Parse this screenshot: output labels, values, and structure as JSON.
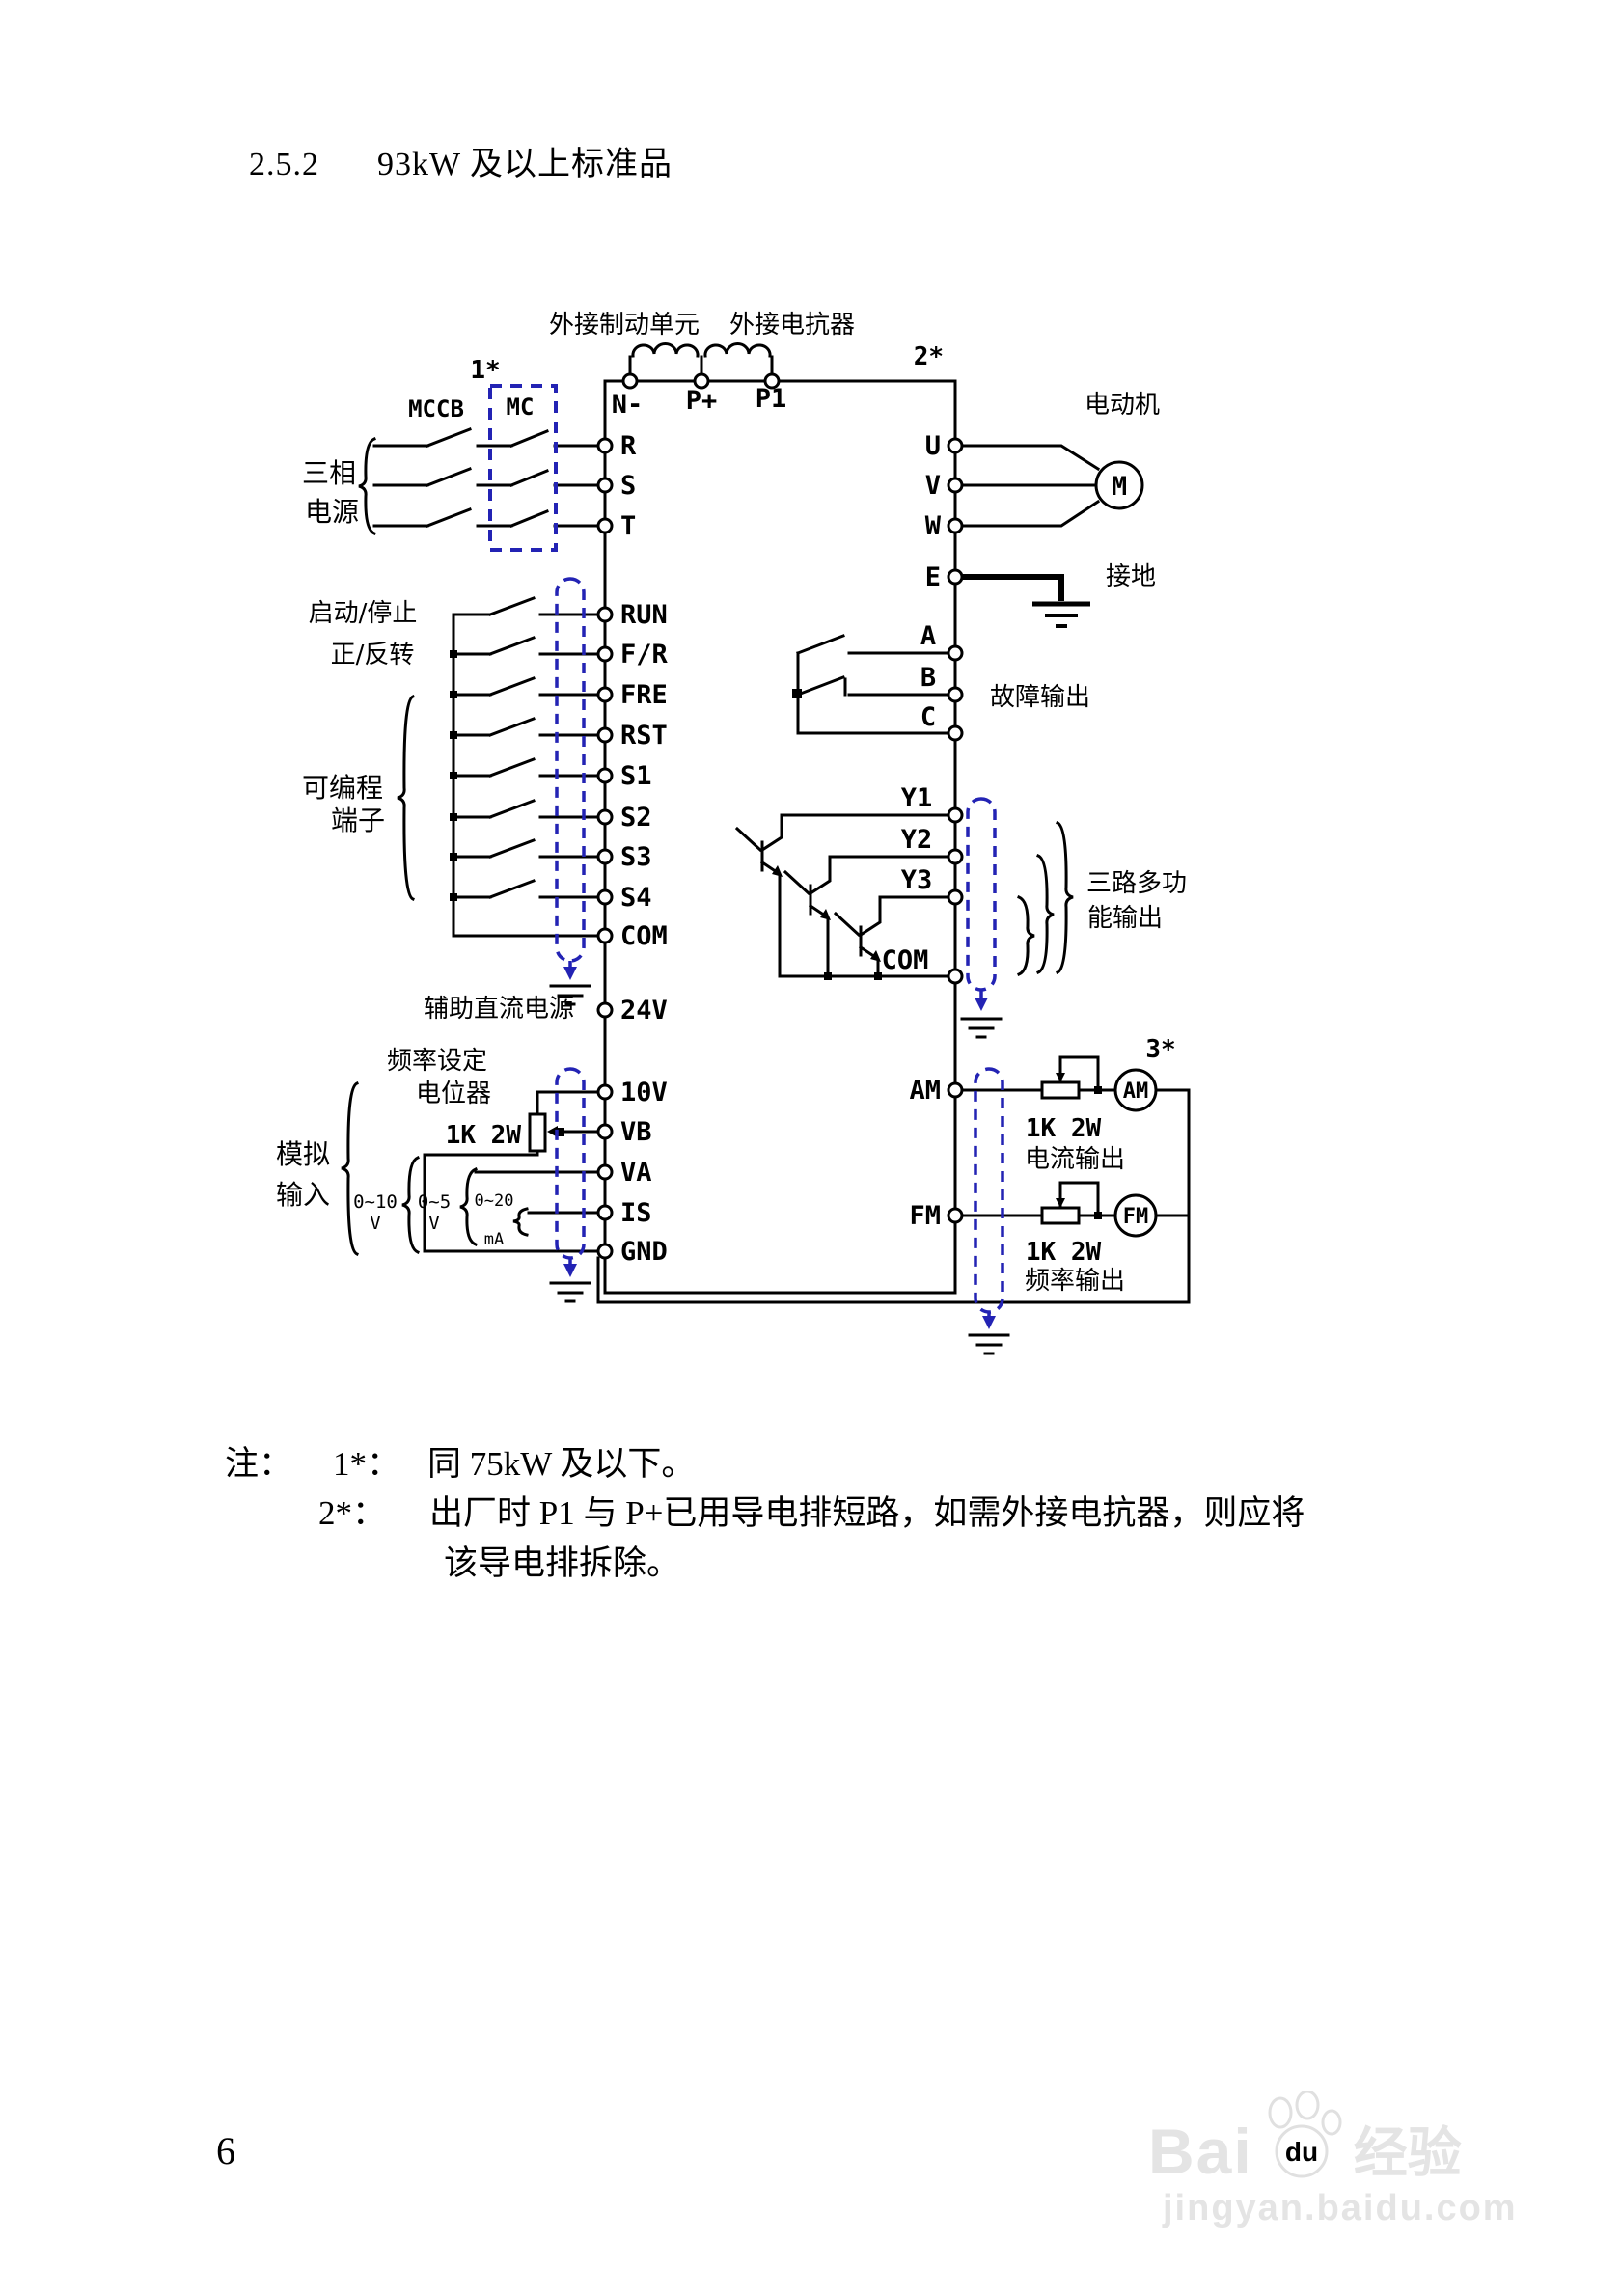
{
  "page": {
    "section_number": "2.5.2",
    "section_title": "93kW 及以上标准品",
    "page_number": "6"
  },
  "diagram": {
    "dc_bus": {
      "brake_unit": "外接制动单元",
      "reactor": "外接电抗器",
      "terminals": [
        "N-",
        "P+",
        "P1"
      ],
      "note_ref": "2*"
    },
    "power_input": {
      "source_line1": "三相",
      "source_line2": "电源",
      "breaker": "MCCB",
      "contactor": "MC",
      "note_ref": "1*",
      "terminals": [
        "R",
        "S",
        "T"
      ]
    },
    "motor_output": {
      "terminals": [
        "U",
        "V",
        "W"
      ],
      "motor_label": "电动机",
      "motor_symbol": "M",
      "earth_terminal": "E",
      "earth_label": "接地"
    },
    "fault_output": {
      "terminals": [
        "A",
        "B",
        "C"
      ],
      "label": "故障输出"
    },
    "digital_input": {
      "run_stop": "启动/停止",
      "fwd_rev": "正/反转",
      "group_line1": "可编程",
      "group_line2": "端子",
      "terminals": [
        "RUN",
        "F/R",
        "FRE",
        "RST",
        "S1",
        "S2",
        "S3",
        "S4",
        "COM"
      ]
    },
    "aux_supply": {
      "label": "辅助直流电源",
      "terminal": "24V"
    },
    "analog_input": {
      "pot_line1": "频率设定",
      "pot_line2": "电位器",
      "pot_value": "1K 2W",
      "group_line1": "模拟",
      "group_line2": "输入",
      "terminals": [
        "10V",
        "VB",
        "VA",
        "IS",
        "GND"
      ],
      "range1_value": "0~10",
      "range1_unit": "V",
      "range2_value": "0~5",
      "range2_unit": "V",
      "range3_value": "0~20",
      "range3_unit": "mA"
    },
    "multi_output": {
      "terminals": [
        "Y1",
        "Y2",
        "Y3",
        "COM"
      ],
      "label_line1": "三路多功",
      "label_line2": "能输出"
    },
    "analog_output": {
      "note_ref": "3*",
      "am_terminal": "AM",
      "fm_terminal": "FM",
      "am_meter": "AM",
      "fm_meter": "FM",
      "current_value": "1K 2W",
      "current_label": "电流输出",
      "freq_value": "1K 2W",
      "freq_label": "频率输出"
    }
  },
  "notes": {
    "heading": "注：",
    "note1_ref": "1*：",
    "note1_text": "同 75kW 及以下。",
    "note2_ref": "2*：",
    "note2_text": "出厂时 P1 与 P+已用导电排短路，如需外接电抗器，则应将",
    "note2_text2": "该导电排拆除。"
  },
  "watermark": {
    "brand_part1": "Bai",
    "brand_part2": "du",
    "brand_suffix": "经验",
    "url": "jingyan.baidu.com"
  }
}
